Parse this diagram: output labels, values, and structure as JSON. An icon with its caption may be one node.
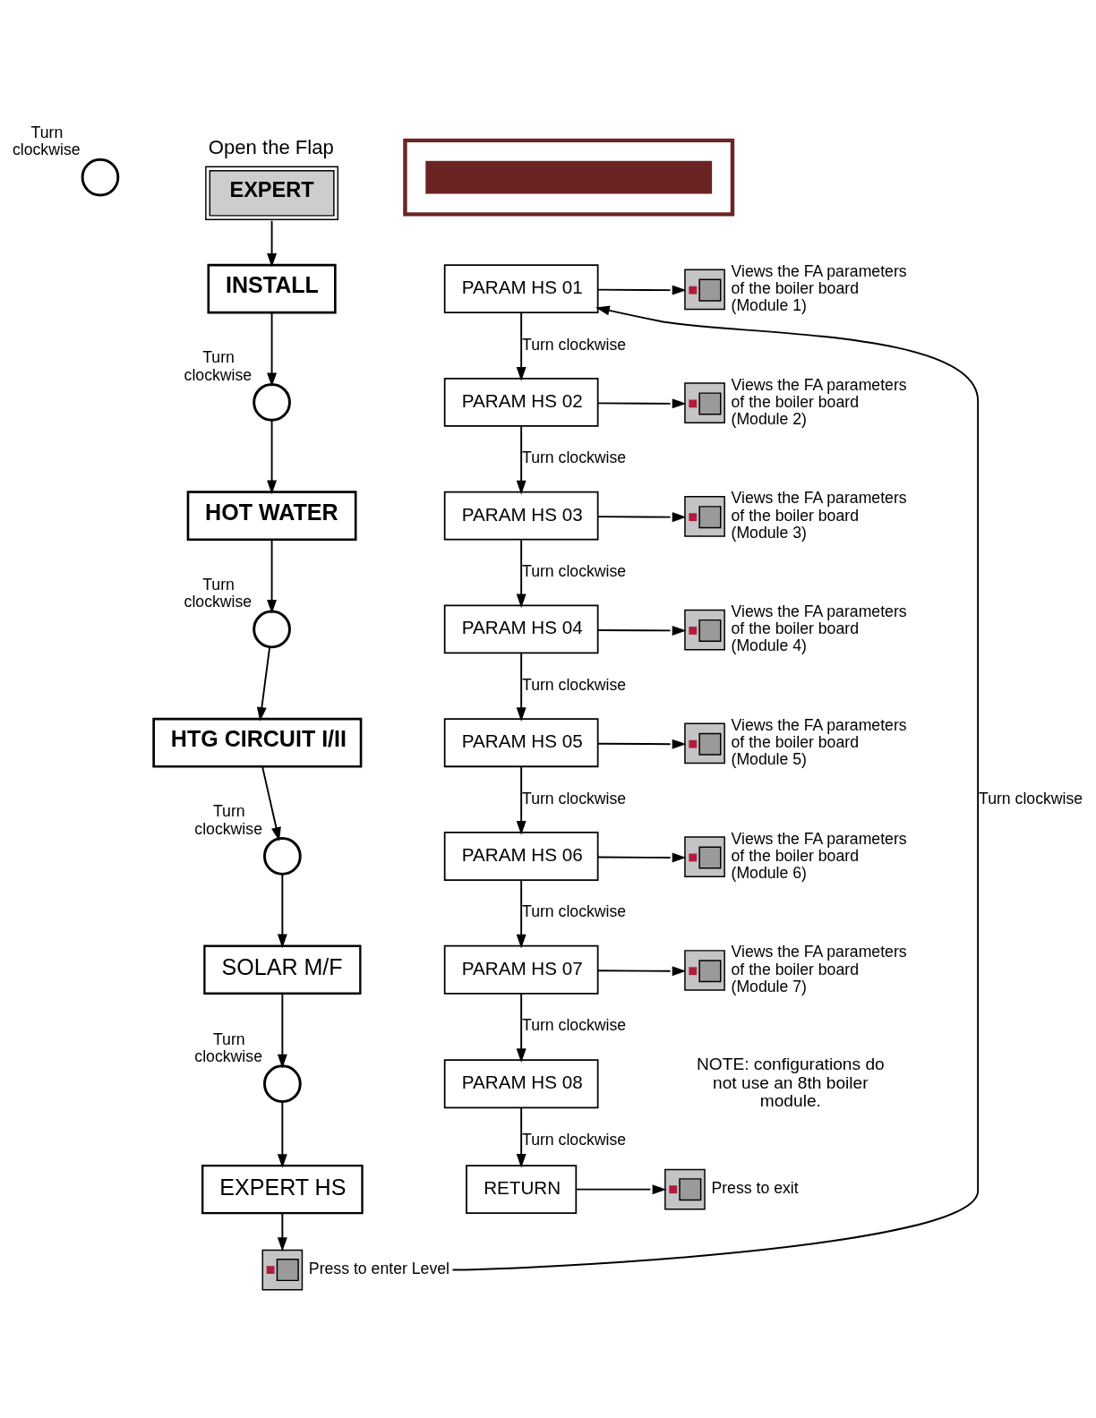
{
  "diagram": {
    "nodes": [
      {
        "text": [],
        "shape": "box"
      },
      {
        "text": [],
        "shape": "bar",
        "in": 0
      },
      {
        "text": [],
        "shape": "circle",
        "beside": [
          "Turn clockwise"
        ]
      },
      {
        "text": [
          "EXPERT"
        ],
        "beside": [
          "Open the Flap"
        ]
      },
      {
        "text": [
          "INSTALL"
        ]
      },
      {
        "text": [],
        "shape": "circle",
        "beside": [
          "Turn clockwise"
        ]
      },
      {
        "text": [
          "HOT WATER"
        ]
      },
      {
        "text": [],
        "shape": "circle",
        "beside": [
          "Turn clockwise"
        ]
      },
      {
        "text": [
          "HTG CIRCUIT I/II"
        ]
      },
      {
        "text": [],
        "shape": "circle",
        "beside": [
          "Turn clockwise"
        ]
      },
      {
        "text": [
          "SOLAR M/F"
        ]
      },
      {
        "text": [],
        "shape": "circle",
        "beside": [
          "Turn clockwise"
        ]
      },
      {
        "text": [
          "EXPERT HS"
        ]
      },
      {
        "text": [],
        "shape": "picture",
        "beside": [
          "Press to enter Level"
        ]
      },
      {
        "text": [
          "PARAM HS 01"
        ]
      },
      {
        "text": [],
        "shape": "picture",
        "beside": [
          "Views the FA parameters of the boiler board (Module 1)"
        ]
      },
      {
        "text": [
          "PARAM HS 04"
        ]
      },
      {
        "text": [],
        "shape": "picture",
        "beside": [
          "Views the FA parameters of the boiler board (Module 4)"
        ]
      },
      {
        "text": [
          "PARAM HS 07"
        ]
      },
      {
        "text": [],
        "shape": "picture",
        "beside": [
          "Views the FA parameters of the boiler board (Module 7)"
        ]
      },
      {
        "text": [
          "PARAM HS 02"
        ]
      },
      {
        "text": [],
        "shape": "picture",
        "beside": [
          "Views the FA parameters of the boiler board (Module 2)"
        ]
      },
      {
        "text": [
          "PARAM HS 05"
        ]
      },
      {
        "text": [],
        "shape": "picture",
        "beside": [
          "Views the FA parameters of the boiler board (Module 5)"
        ]
      },
      {
        "text": [
          "PARAM HS 08"
        ]
      },
      {
        "text": [
          "PARAM HS 03"
        ]
      },
      {
        "text": [],
        "shape": "picture",
        "beside": [
          "Views the FA parameters of the boiler board (Module 3)"
        ]
      },
      {
        "text": [
          "PARAM HS 06"
        ]
      },
      {
        "text": [],
        "shape": "picture",
        "beside": [
          "Views the FA parameters of the boiler board (Module 6)"
        ]
      },
      {
        "text": [
          "RETURN"
        ]
      },
      {
        "text": [],
        "shape": "picture",
        "beside": [
          "Press to exit"
        ]
      }
    ],
    "edges": [
      {
        "from": 3,
        "to": 4,
        "arrow": "to"
      },
      {
        "from": 4,
        "to": 5,
        "arrow": "to"
      },
      {
        "from": 5,
        "to": 6,
        "arrow": "to"
      },
      {
        "from": 6,
        "to": 7,
        "arrow": "to"
      },
      {
        "from": 7,
        "to": 8,
        "arrow": "to"
      },
      {
        "from": 8,
        "to": 9,
        "arrow": "to"
      },
      {
        "from": 9,
        "to": 10,
        "arrow": "to"
      },
      {
        "from": 10,
        "to": 11,
        "arrow": "to"
      },
      {
        "from": 11,
        "to": 12,
        "arrow": "to"
      },
      {
        "from": 12,
        "to": 13,
        "arrow": "to"
      },
      {
        "from": 13,
        "to": 14,
        "arrow": "to",
        "label": "Turn clockwise"
      },
      {
        "from": 14,
        "to": 15,
        "arrow": "to"
      },
      {
        "from": 14,
        "to": 20,
        "arrow": "to",
        "label": "Turn clockwise"
      },
      {
        "from": 20,
        "to": 21,
        "arrow": "to"
      },
      {
        "from": 20,
        "to": 25,
        "arrow": "to",
        "label": "Turn clockwise"
      },
      {
        "from": 25,
        "to": 26,
        "arrow": "to"
      },
      {
        "from": 25,
        "to": 16,
        "arrow": "to",
        "label": "Turn clockwise"
      },
      {
        "from": 16,
        "to": 17,
        "arrow": "to"
      },
      {
        "from": 16,
        "to": 22,
        "arrow": "to",
        "label": "Turn clockwise"
      },
      {
        "from": 22,
        "to": 23,
        "arrow": "to"
      },
      {
        "from": 22,
        "to": 27,
        "arrow": "to",
        "label": "Turn clockwise"
      },
      {
        "from": 27,
        "to": 28,
        "arrow": "to"
      },
      {
        "from": 27,
        "to": 18,
        "arrow": "to",
        "label": "Turn clockwise"
      },
      {
        "from": 18,
        "to": 19,
        "arrow": "to"
      },
      {
        "from": 18,
        "to": 24,
        "arrow": "to",
        "label": "Turn clockwise"
      },
      {
        "from": 24,
        "to": 29,
        "arrow": "to",
        "label": "Turn clockwise"
      },
      {
        "from": 29,
        "to": 30,
        "arrow": "to"
      }
    ],
    "labels": [
      "NOTE: configurations do not use an 8th boiler module."
    ]
  }
}
